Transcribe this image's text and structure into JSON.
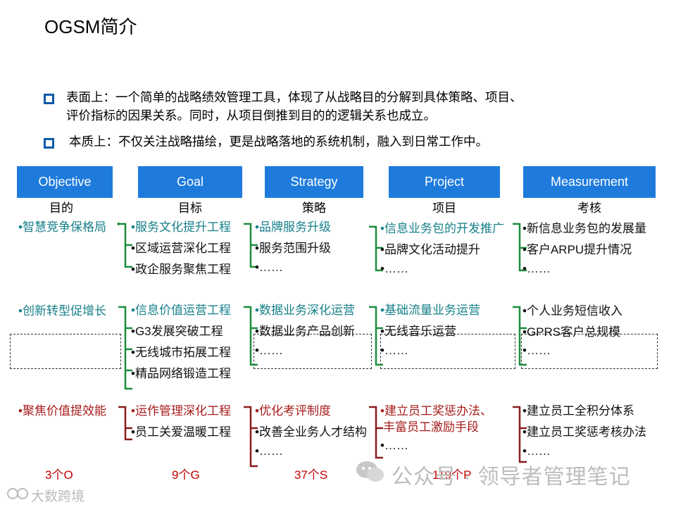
{
  "title": "OGSM简介",
  "intro": [
    {
      "line1": "表面上：一个简单的战略绩效管理工具，体现了从战略目的分解到具体策略、项目、",
      "line2": "评价指标的因果关系。同时，从项目倒推到目的的逻辑关系也成立。"
    },
    {
      "line1": "本质上：不仅关注战略描绘，更是战略落地的系统机制，融入到日常工作中。",
      "line2": ""
    }
  ],
  "headers": [
    {
      "en": "Objective",
      "cn": "目的"
    },
    {
      "en": "Goal",
      "cn": "目标"
    },
    {
      "en": "Strategy",
      "cn": "策略"
    },
    {
      "en": "Project",
      "cn": "项目"
    },
    {
      "en": "Measurement",
      "cn": "考核"
    }
  ],
  "groups": [
    {
      "color": "#17808a",
      "objective": "•智慧竞争保格局",
      "goals": [
        "•服务文化提升工程",
        "•区域运营深化工程",
        "•政企服务聚焦工程"
      ],
      "strategies": [
        "•品牌服务升级",
        "•服务范围升级",
        "•……"
      ],
      "projects": [
        "•信息业务包的开发推广",
        "•品牌文化活动提升",
        "•……"
      ],
      "measurements": [
        "•新信息业务包的发展量",
        "•客户ARPU提升情况",
        "•……"
      ]
    },
    {
      "color": "#17808a",
      "objective": "•创新转型促增长",
      "goals": [
        "•信息价值运营工程",
        "•G3发展突破工程",
        "•无线城市拓展工程",
        "•精品网络锻造工程"
      ],
      "strategies": [
        "•数据业务深化运营",
        "•数据业务产品创新",
        "•……"
      ],
      "projects": [
        "•基础流量业务运营",
        "•无线音乐运营",
        "•……"
      ],
      "measurements": [
        "•个人业务短信收入",
        "•GPRS客户总规模",
        "•……"
      ]
    },
    {
      "color": "#a61c1c",
      "objective": "•聚焦价值提效能",
      "goals": [
        "•运作管理深化工程",
        "•员工关爱温暖工程"
      ],
      "strategies": [
        "•优化考评制度",
        "•改善全业务人才结构",
        "•……"
      ],
      "projects": [
        "•建立员工奖惩办法、",
        "丰富员工激励手段",
        "•……"
      ],
      "measurements": [
        "•建立员工全积分体系",
        "•建立员工奖惩考核办法",
        "•……"
      ]
    }
  ],
  "counts": [
    "3个O",
    "9个G",
    "37个S",
    "119个P"
  ],
  "watermark": {
    "main": "公众号 · 领导者管理笔记",
    "corner": "大数跨境"
  },
  "colors": {
    "header_bg": "#1e7bdc",
    "teal": "#17808a",
    "green_bracket": "#1a8c3c",
    "red": "#a61c1c",
    "bullet": "#0a5aa8"
  }
}
